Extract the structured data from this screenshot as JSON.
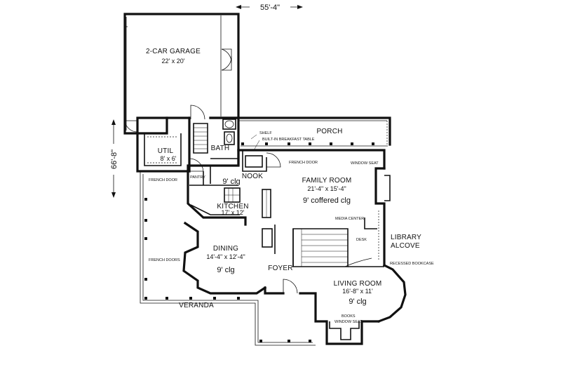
{
  "overall_dimensions": {
    "width_label": "55'-4\"",
    "depth_label": "66'-8\""
  },
  "rooms": {
    "garage": {
      "name": "2-CAR GARAGE",
      "size": "22' x 20'"
    },
    "porch": {
      "name": "PORCH"
    },
    "bath": {
      "name": "BATH"
    },
    "util": {
      "name": "UTIL",
      "size": "8' x 6'"
    },
    "pantry": {
      "name": "PANTRY"
    },
    "nook": {
      "name": "NOOK",
      "ceiling": "9' clg"
    },
    "kitchen": {
      "name": "KITCHEN",
      "size": "17' x 12'"
    },
    "family_room": {
      "name": "FAMILY ROOM",
      "size": "21'-4\" x 15'-4\"",
      "ceiling": "9' coffered clg"
    },
    "library": {
      "line1": "LIBRARY",
      "line2": "ALCOVE"
    },
    "dining": {
      "name": "DINING",
      "size": "14'-4\" x 12'-4\"",
      "ceiling": "9' clg"
    },
    "foyer": {
      "name": "FOYER"
    },
    "living_room": {
      "name": "LIVING ROOM",
      "size": "16'-8\" x 11'",
      "ceiling": "9' clg"
    },
    "veranda": {
      "name": "VERANDA"
    }
  },
  "notes": {
    "shelf": "SHELF",
    "breakfast_table": "BUILT-IN BREAKFAST TABLE",
    "french_door_family": "FRENCH DOOR",
    "window_seat_family": "WINDOW SEAT",
    "french_door_left": "FRENCH DOOR",
    "media_center": "MEDIA CENTER",
    "desk": "DESK",
    "recessed_bookcase": "RECESSED BOOKCASE",
    "french_doors_dining": "FRENCH DOORS",
    "books": "BOOKS",
    "window_seat_living": "WINDOW SEAT"
  }
}
